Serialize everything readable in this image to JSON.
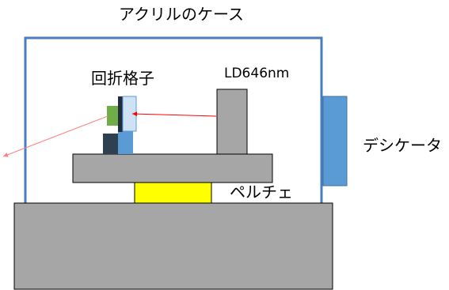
{
  "labels": {
    "case_title": "アクリルのケース",
    "grating": "回折格子",
    "laser": "LD646nm",
    "peltier": "ペルチェ",
    "desiccator": "デシケータ"
  },
  "colors": {
    "case_border": "#4a7ebb",
    "block_fill": "#a6a6a6",
    "block_stroke": "#000000",
    "peltier_fill": "#ffff00",
    "desiccator_fill": "#5b9bd5",
    "mount_dark": "#2f4050",
    "mount_blue": "#5b9bd5",
    "grating_green": "#70ad47",
    "grating_glass": "#cfe2f3",
    "beam": "#ff0000",
    "beam_exit": "#ff8080"
  }
}
